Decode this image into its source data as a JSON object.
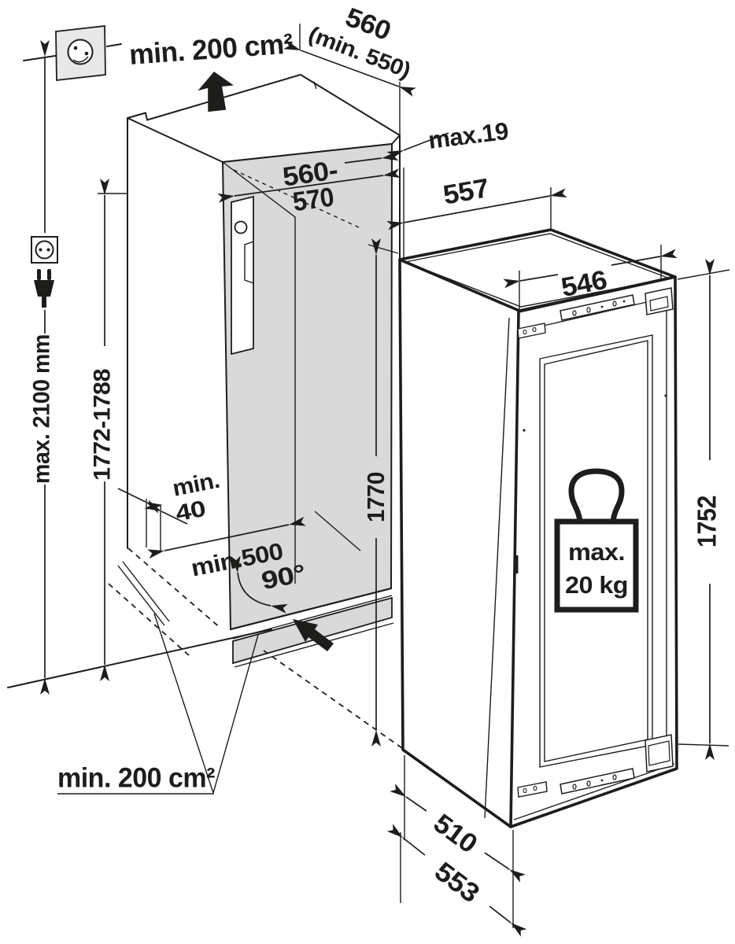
{
  "colors": {
    "ink": "#1d1d1b",
    "niche_shade": "#d9d9d9",
    "plate_shade": "#e8e8e8",
    "paper": "#ffffff"
  },
  "labels": {
    "top_ventilation": "min. 200 cm²",
    "niche_depth": "560",
    "niche_depth_min": "(min. 550)",
    "furniture_panel_max": "max.19",
    "niche_width_part1": "560-",
    "niche_width_part2": "570",
    "ceiling_max": "max. 2100 mm",
    "niche_height": "1772-1788",
    "inner_height": "1770",
    "top_depth": "557",
    "front_width": "546",
    "appliance_height": "1752",
    "door_weight_line1": "max.",
    "door_weight_line2": "20 kg",
    "bottom_gap_word": "min.",
    "bottom_gap_value": "40",
    "side_clearance": "min.500",
    "opening_angle": "90°",
    "bottom_depth_body": "510",
    "bottom_depth_total": "553",
    "bottom_ventilation": "min. 200 cm²"
  },
  "icons": {
    "wall_socket": "power-socket-icon",
    "mains_plug": "power-plug-icon",
    "weight": "door-load-weight-icon",
    "airflow_top": "airflow-up-arrow",
    "airflow_bottom": "airflow-base-arrow"
  }
}
